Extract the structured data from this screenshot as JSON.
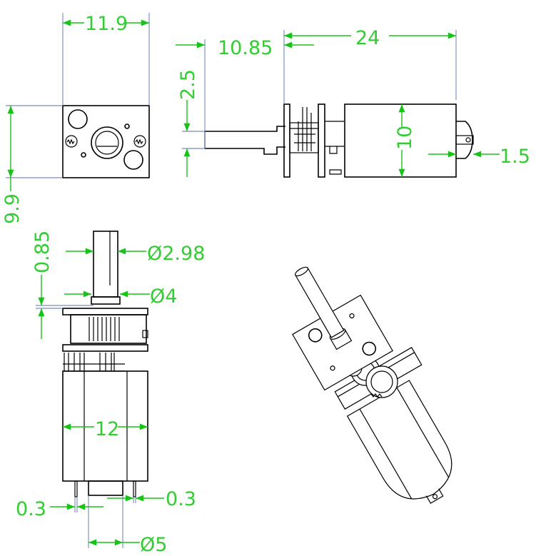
{
  "colors": {
    "dimension": "#33cc33",
    "outline": "#000000",
    "extension": "#5a6fb0",
    "background": "#ffffff"
  },
  "dimensions": {
    "width_top": "11.9",
    "height_front": "9.9",
    "shaft_offset": "10.85",
    "body_length": "24",
    "shaft_flat": "2.5",
    "motor_diameter": "10",
    "terminal": "1.5",
    "shaft_flat_len": "0.85",
    "shaft_diameter": "Ø2.98",
    "bushing_diameter": "Ø4",
    "motor_width": "12",
    "terminal_left": "0.3",
    "terminal_right": "0.3",
    "boss_diameter": "Ø5"
  },
  "views": {
    "front": {
      "icon": "front-view"
    },
    "side": {
      "icon": "side-view"
    },
    "top": {
      "icon": "top-view"
    },
    "iso": {
      "icon": "isometric-view"
    }
  }
}
